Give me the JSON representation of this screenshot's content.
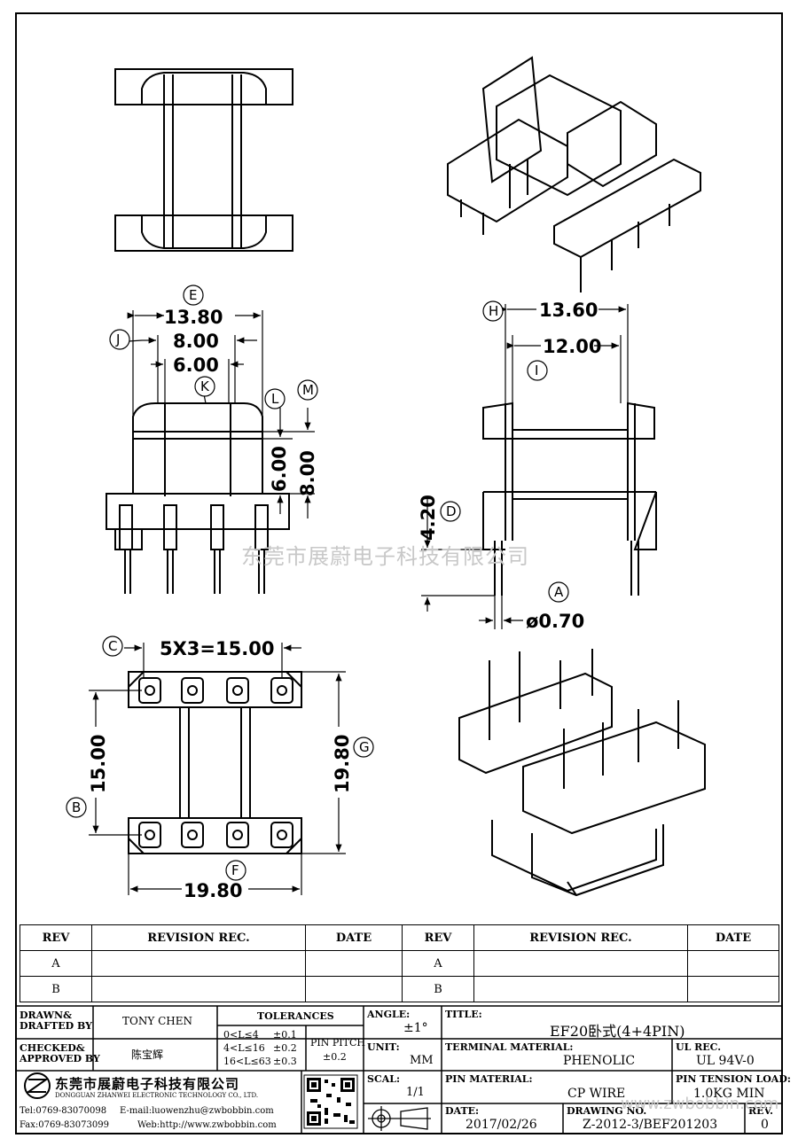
{
  "views": {
    "dim_e": "13.80",
    "dim_j": "8.00",
    "dim_k": "6.00",
    "dim_l": "6.00",
    "dim_m": "8.00",
    "dim_h": "13.60",
    "dim_i": "12.00",
    "dim_d": "4.20",
    "dim_a": "ø0.70",
    "dim_c": "5X3=15.00",
    "dim_b": "15.00",
    "dim_g": "19.80",
    "dim_f": "19.80",
    "bubbles": {
      "a": "A",
      "b": "B",
      "c": "C",
      "d": "D",
      "e": "E",
      "f": "F",
      "g": "G",
      "h": "H",
      "i": "I",
      "j": "J",
      "k": "K",
      "l": "L",
      "m": "M"
    }
  },
  "watermark": "东莞市展蔚电子科技有限公司",
  "watermark_url": "www.zwbobbin.com",
  "revision_table": {
    "headers": [
      "REV",
      "REVISION REC.",
      "DATE",
      "REV",
      "REVISION REC.",
      "DATE"
    ],
    "rows": [
      [
        "A",
        "",
        "",
        "A",
        "",
        ""
      ],
      [
        "B",
        "",
        "",
        "B",
        "",
        ""
      ]
    ]
  },
  "title_block": {
    "drawn_label": "DRAWN&\nDRAFTED BY",
    "drawn_value": "TONY CHEN",
    "checked_label": "CHECKED&\nAPPROVED BY",
    "checked_value": "陈宝辉",
    "tolerances_label": "TOLERANCES",
    "tol_rows": [
      [
        "0<L≤4",
        "±0.1"
      ],
      [
        "4<L≤16",
        "±0.2"
      ],
      [
        "16<L≤63",
        "±0.3"
      ]
    ],
    "pin_pitch_label": "PIN PITCH",
    "pin_pitch_value": "±0.2",
    "angle_label": "ANGLE:",
    "angle_value": "±1°",
    "unit_label": "UNIT:",
    "unit_value": "MM",
    "scale_label": "SCAL:",
    "scale_value": "1/1",
    "title_label": "TITLE:",
    "title_value": "EF20卧式(4+4PIN)",
    "terminal_label": "TERMINAL MATERIAL:",
    "terminal_value": "PHENOLIC",
    "ul_label": "UL REC.",
    "ul_value": "UL 94V-0",
    "pin_material_label": "PIN MATERIAL:",
    "pin_material_value": "CP WIRE",
    "tension_label": "PIN TENSION LOAD:",
    "tension_value": "1.0KG MIN",
    "date_label": "DATE:",
    "date_value": "2017/02/26",
    "drawing_no_label": "DRAWING NO.",
    "drawing_no_value": "Z-2012-3/BEF201203",
    "rev_label": "REV.",
    "rev_value": "0",
    "company_cn": "东莞市展蔚电子科技有限公司",
    "company_en": "DONGGUAN ZHANWEI ELECTRONIC TECHNOLOGY CO., LTD.",
    "tel": "Tel:0769-83070098",
    "email": "E-mail:luowenzhu@zwbobbin.com",
    "fax": "Fax:0769-83073099",
    "web": "Web:http://www.zwbobbin.com"
  }
}
